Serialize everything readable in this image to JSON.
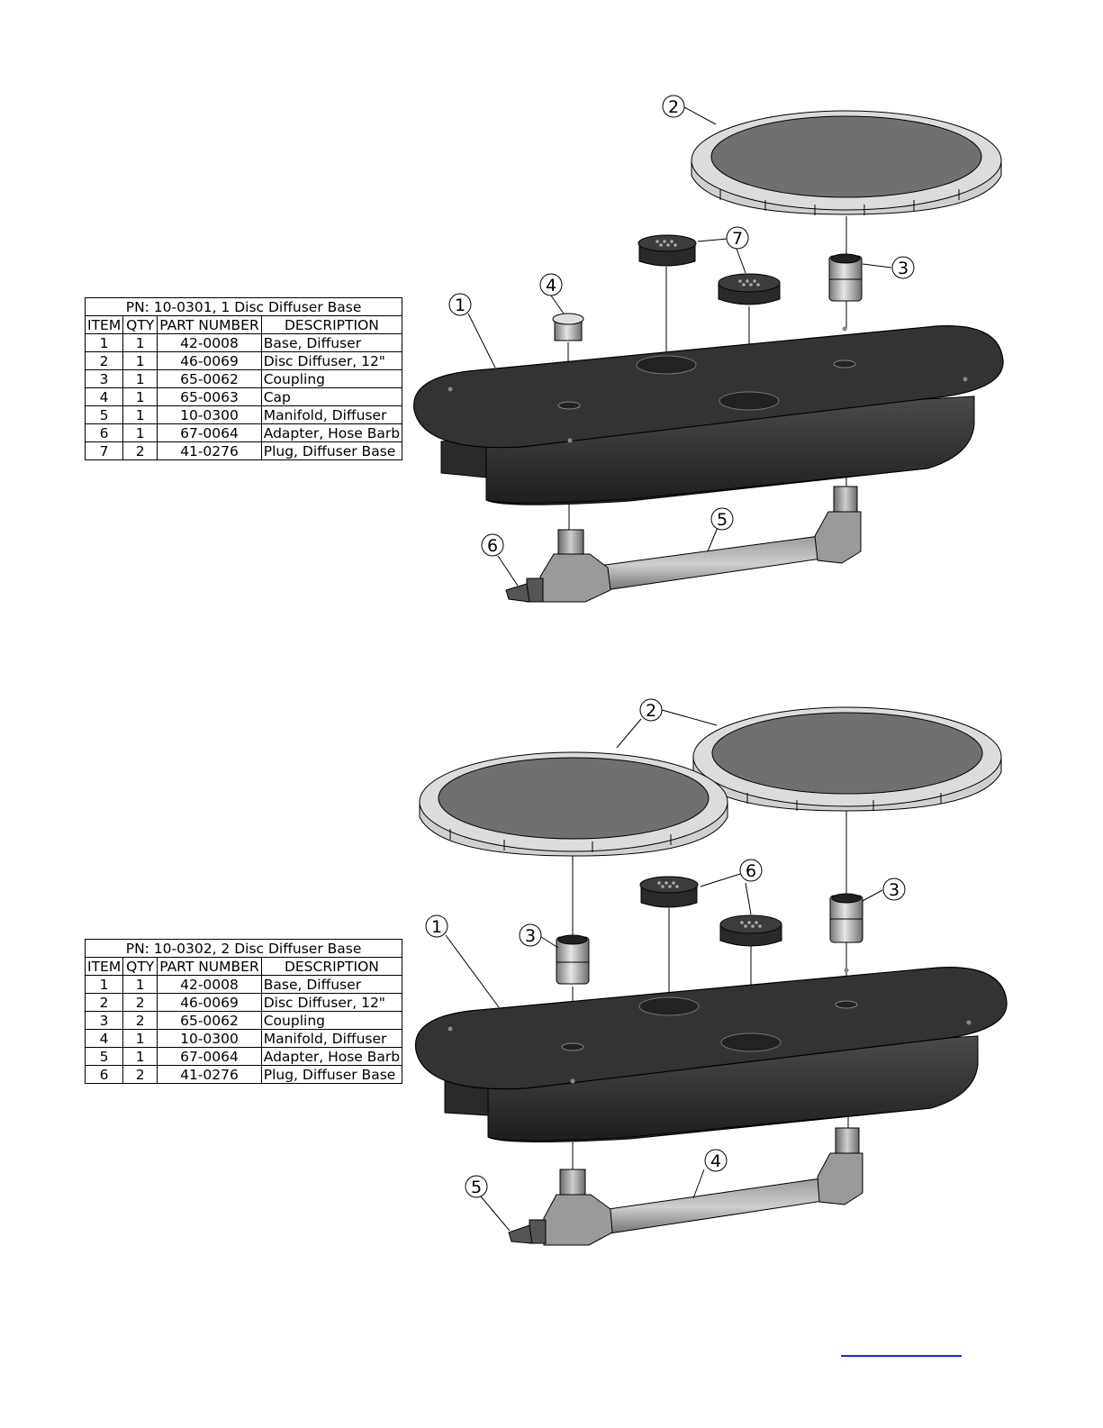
{
  "bom1": {
    "title": "PN: 10-0301, 1 Disc Diffuser Base",
    "headers": [
      "ITEM",
      "QTY",
      "PART NUMBER",
      "DESCRIPTION"
    ],
    "rows": [
      [
        "1",
        "1",
        "42-0008",
        "Base, Diffuser"
      ],
      [
        "2",
        "1",
        "46-0069",
        "Disc Diffuser, 12\""
      ],
      [
        "3",
        "1",
        "65-0062",
        "Coupling"
      ],
      [
        "4",
        "1",
        "65-0063",
        "Cap"
      ],
      [
        "5",
        "1",
        "10-0300",
        "Manifold, Diffuser"
      ],
      [
        "6",
        "1",
        "67-0064",
        "Adapter, Hose Barb"
      ],
      [
        "7",
        "2",
        "41-0276",
        "Plug, Diffuser Base"
      ]
    ]
  },
  "bom2": {
    "title": "PN: 10-0302, 2 Disc Diffuser Base",
    "headers": [
      "ITEM",
      "QTY",
      "PART NUMBER",
      "DESCRIPTION"
    ],
    "rows": [
      [
        "1",
        "1",
        "42-0008",
        "Base, Diffuser"
      ],
      [
        "2",
        "2",
        "46-0069",
        "Disc Diffuser, 12\""
      ],
      [
        "3",
        "2",
        "65-0062",
        "Coupling"
      ],
      [
        "4",
        "1",
        "10-0300",
        "Manifold, Diffuser"
      ],
      [
        "5",
        "1",
        "67-0064",
        "Adapter, Hose Barb"
      ],
      [
        "6",
        "2",
        "41-0276",
        "Plug, Diffuser Base"
      ]
    ]
  },
  "callouts1": [
    "1",
    "2",
    "3",
    "4",
    "5",
    "6",
    "7"
  ],
  "callouts2": [
    "1",
    "2",
    "3",
    "3",
    "4",
    "5",
    "6"
  ],
  "colors": {
    "base": "#2f2f2f",
    "disc_rim": "#d8d8d8",
    "disc_face": "#777777",
    "link": "#2020e0"
  }
}
